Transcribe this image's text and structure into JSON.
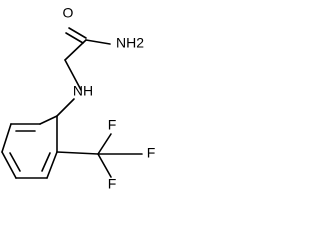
{
  "molecule": {
    "atoms": {
      "carbonyl_oxygen": "O",
      "amide_group": "NH2",
      "amine_group": "NH",
      "fluorine_top": "F",
      "fluorine_right": "F",
      "fluorine_bottom": "F"
    }
  }
}
